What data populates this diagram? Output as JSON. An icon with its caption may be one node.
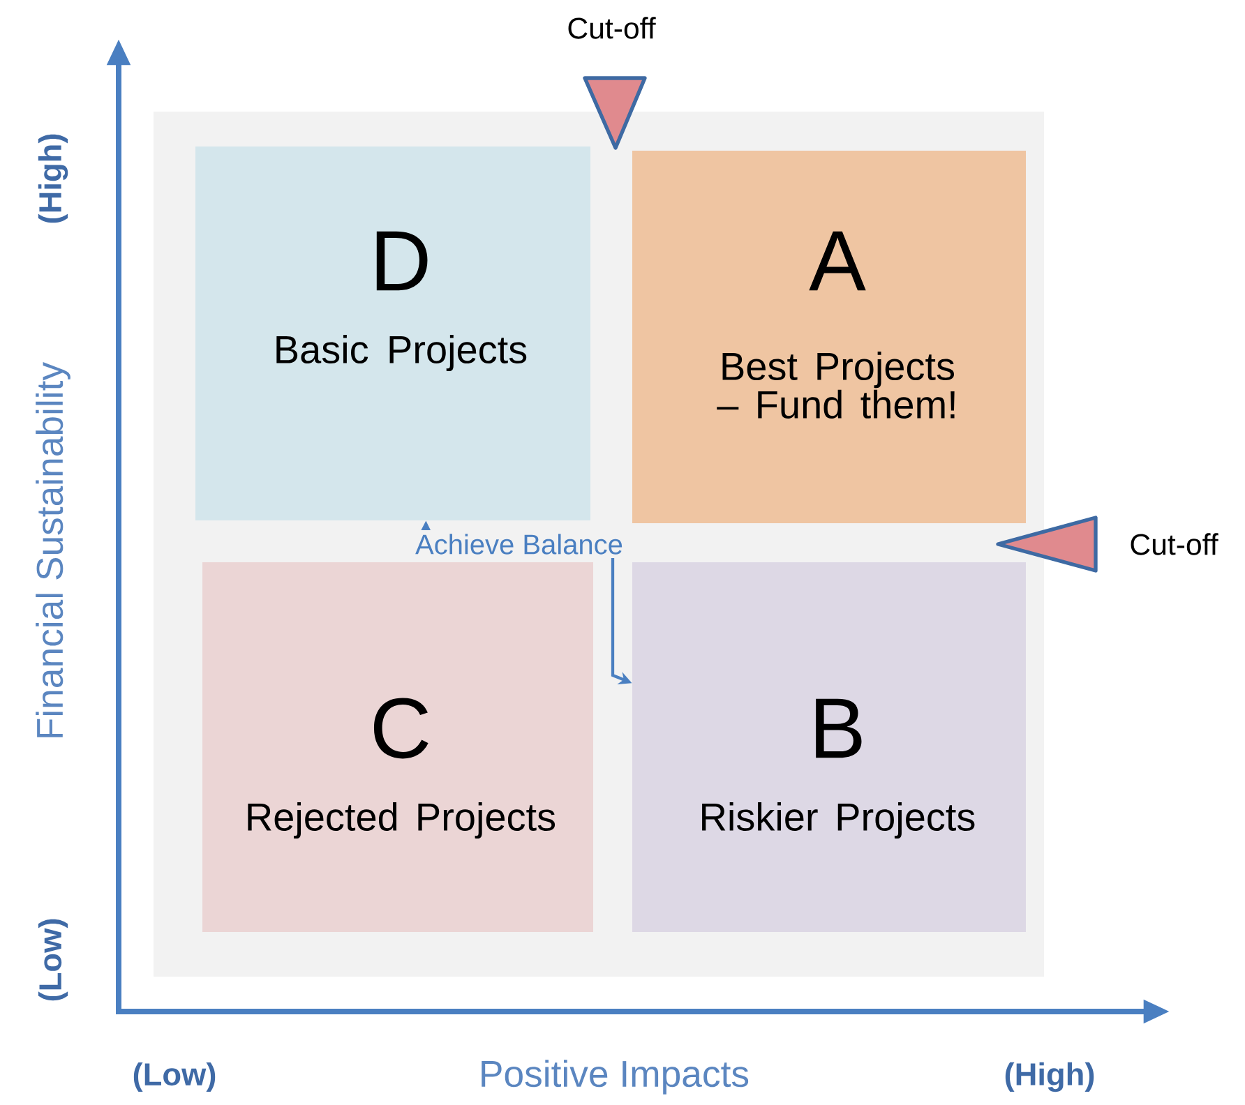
{
  "diagram": {
    "nodes": [
      {
        "text": [
          "D",
          "Basic Projects"
        ]
      },
      {
        "text": [
          "A",
          "Best Projects – Fund them!"
        ]
      },
      {
        "text": [
          "C",
          "Rejected Projects"
        ]
      },
      {
        "text": [
          "B",
          "Riskier Projects"
        ]
      },
      {
        "text": [],
        "shape": "triangle",
        "beside": [
          "Cut-off"
        ]
      },
      {
        "text": [],
        "shape": "triangle",
        "beside": [
          "Cut-off"
        ]
      }
    ],
    "edges": [
      {
        "from": 0,
        "to": 3,
        "arrow": "both",
        "label": "Achieve Balance"
      }
    ],
    "labels": [
      "(High)",
      "Financial Sustainability",
      "(Low)",
      "(Low)",
      "Positive Impacts",
      "(High)"
    ]
  }
}
